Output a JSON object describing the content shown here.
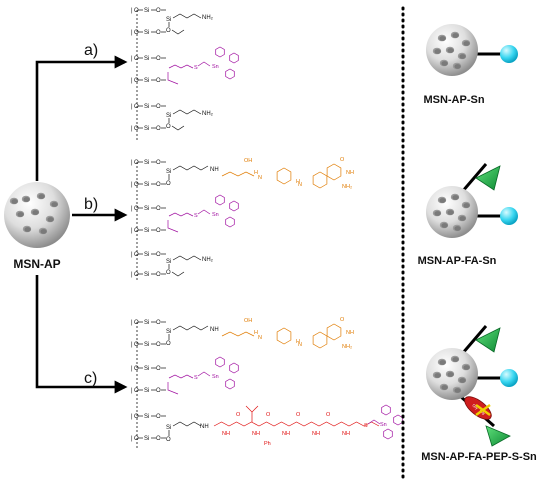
{
  "labels": {
    "start": "MSN-AP",
    "product_a": "MSN-AP-Sn",
    "product_b": "MSN-AP-FA-Sn",
    "product_c": "MSN-AP-FA-PEP-S-Sn"
  },
  "steps": {
    "a": "a)",
    "b": "b)",
    "c": "c)"
  },
  "chem": {
    "si": "Si",
    "o": "O",
    "nh2": "NH₂",
    "nh": "NH",
    "n": "N",
    "s": "S",
    "sn": "Sn",
    "oh": "OH",
    "ph": "Ph",
    "h": "H",
    "hn": "HN"
  },
  "colors": {
    "folate": "#e07b00",
    "peptide": "#e01010",
    "tin": "#a010a0",
    "cyan": "#39d6f0",
    "green": "#1faa4a",
    "enzyme": "#d42020",
    "scissors": "#f0d000"
  }
}
